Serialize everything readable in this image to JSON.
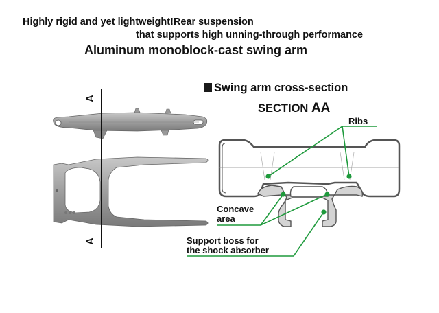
{
  "header": {
    "line1": "Highly rigid and yet lightweight!Rear suspension",
    "line2": "that supports high unning-through performance",
    "title": "Aluminum monoblock-cast swing arm"
  },
  "cross_section": {
    "heading": "Swing arm cross-section",
    "section_prefix": "SECTION ",
    "section_id": "AA",
    "cut_marker_top": "A",
    "cut_marker_bottom": "A"
  },
  "callouts": {
    "ribs": "Ribs",
    "concave_line1": "Concave",
    "concave_line2": "area",
    "support_line1": "Support boss for",
    "support_line2": "the shock absorber"
  },
  "colors": {
    "accent_green": "#1e9a3c",
    "part_gray": "#9a9a9a",
    "section_fill": "#d4d4d4",
    "text": "#111111"
  }
}
